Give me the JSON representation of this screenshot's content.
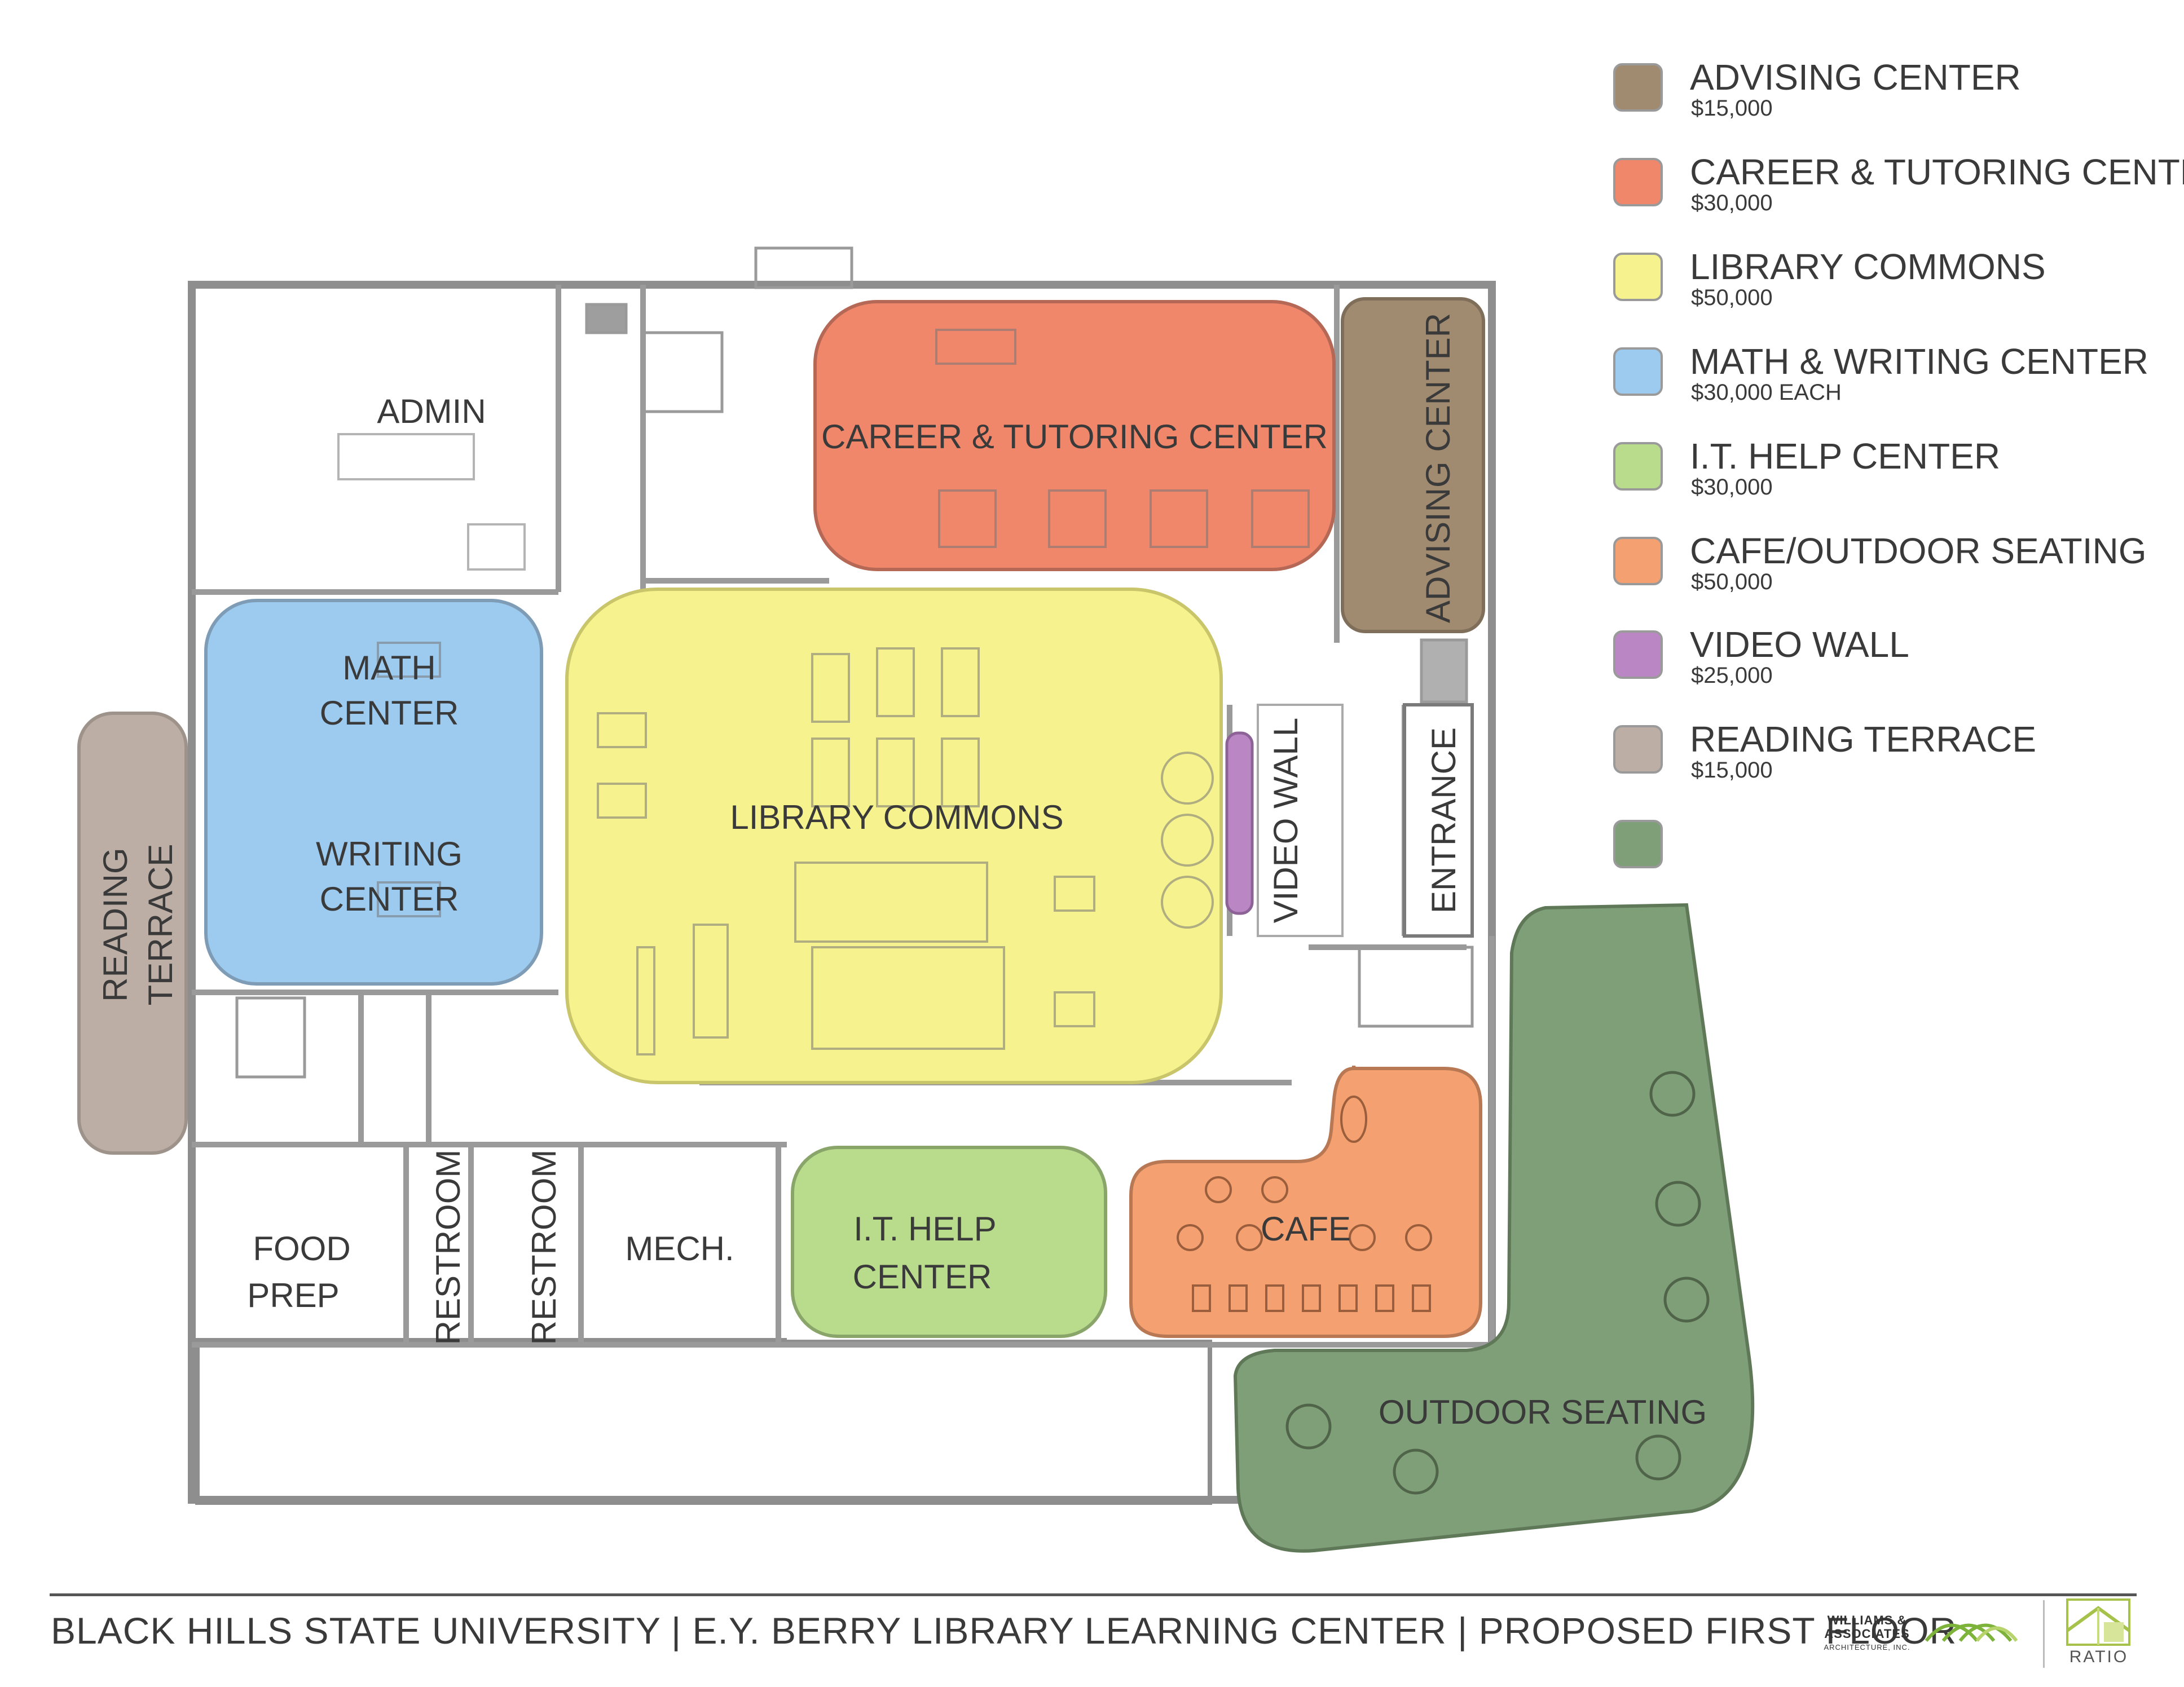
{
  "plan": {
    "rooms": {
      "admin": "ADMIN",
      "career": "CAREER & TUTORING CENTER",
      "advising": "ADVISING CENTER",
      "math_1": "MATH",
      "math_2": "CENTER",
      "writing_1": "WRITING",
      "writing_2": "CENTER",
      "library": "LIBRARY COMMONS",
      "video_wall": "VIDEO WALL",
      "entrance": "ENTRANCE",
      "reading_1": "READING",
      "reading_2": "TERRACE",
      "food_1": "FOOD",
      "food_2": "PREP",
      "restroom_a": "RESTROOM",
      "restroom_b": "RESTROOM",
      "mech": "MECH.",
      "it_1": "I.T. HELP",
      "it_2": "CENTER",
      "cafe": "CAFE",
      "outdoor": "OUTDOOR SEATING"
    },
    "zone_colors": {
      "advising": "#a08a70",
      "career": "#f0866a",
      "library": "#f6f28e",
      "math_writing": "#9dcbef",
      "it_help": "#b9dc8c",
      "cafe": "#f4a070",
      "video_wall": "#bb86c4",
      "reading_terrace": "#bcaea4",
      "outdoor": "#7f9f78"
    }
  },
  "legend": [
    {
      "name": "ADVISING CENTER",
      "cost": "$15,000",
      "color": "#a08a70"
    },
    {
      "name": "CAREER & TUTORING CENTER",
      "cost": "$30,000",
      "color": "#f0866a"
    },
    {
      "name": "LIBRARY COMMONS",
      "cost": "$50,000",
      "color": "#f6f28e"
    },
    {
      "name": "MATH & WRITING CENTER",
      "cost": "$30,000 EACH",
      "color": "#9dcbef"
    },
    {
      "name": "I.T. HELP CENTER",
      "cost": "$30,000",
      "color": "#b9dc8c"
    },
    {
      "name": "CAFE/OUTDOOR SEATING",
      "cost": "$50,000",
      "color": "#f4a070"
    },
    {
      "name": "VIDEO WALL",
      "cost": "$25,000",
      "color": "#bb86c4"
    },
    {
      "name": "READING TERRACE",
      "cost": "$15,000",
      "color": "#bcaea4"
    },
    {
      "name": "",
      "cost": "",
      "color": "#7f9f78"
    }
  ],
  "footer": {
    "title": "BLACK HILLS STATE UNIVERSITY | E.Y. BERRY LIBRARY LEARNING CENTER | PROPOSED FIRST FLOOR",
    "firm_line1": "WILLIAMS &",
    "firm_line2": "ASSOCIATES",
    "firm_line3": "ARCHITECTURE, INC.",
    "ratio": "RATIO"
  }
}
